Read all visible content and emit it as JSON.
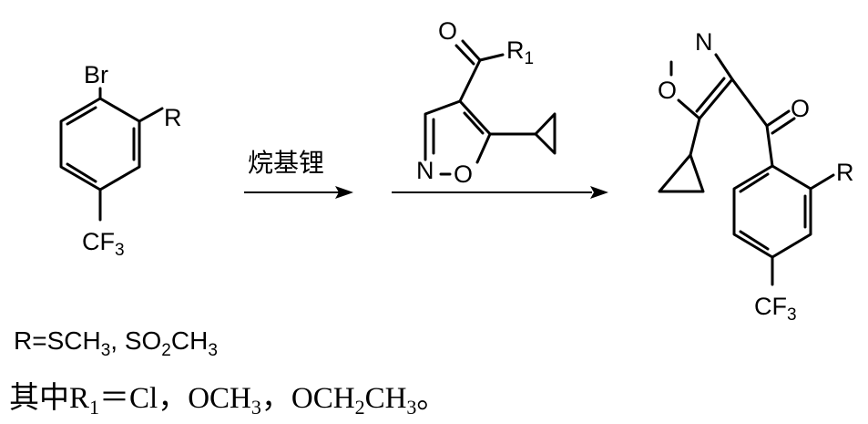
{
  "reagent_label": "烷基锂",
  "start_material": {
    "substituent_top": "Br",
    "substituent_side": "R",
    "substituent_bottom": "CF",
    "substituent_bottom_sub": "3"
  },
  "reactant": {
    "carbonyl_o": "O",
    "group": "R",
    "group_sub": "1",
    "ring_n": "N",
    "ring_o": "O"
  },
  "product": {
    "ring_n": "N",
    "ring_o": "O",
    "carbonyl_o": "O",
    "substituent_side": "R",
    "substituent_bottom": "CF",
    "substituent_bottom_sub": "3"
  },
  "r_definition": {
    "prefix": "R=SCH",
    "sub1": "3",
    "mid1": ", SO",
    "sub2": "2",
    "mid2": "CH",
    "sub3": "3"
  },
  "r1_definition": {
    "prefix": "其中R",
    "sub_r1": "1",
    "mid1": "＝Cl，OCH",
    "sub1": "3",
    "mid2": "，OCH",
    "sub2": "2",
    "mid3": "CH",
    "sub3": "3",
    "suffix": "。"
  }
}
